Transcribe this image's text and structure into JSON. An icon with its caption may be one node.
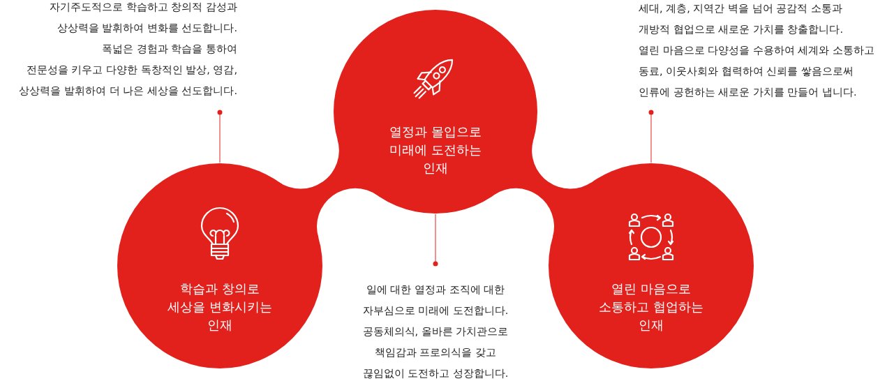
{
  "diagram": {
    "nodes": [
      {
        "text": [
          "자기주도적으로 학습하고 창의적 감성과 상상력을 발휘하여 변화를 선도합니다.",
          "폭넓은 경험과 학습을 통하여 전문성을 키우고 다양한 독창적인 발상, 영감, 상상력을 발휘하여 더 나은 세상을 선도합니다."
        ]
      },
      {
        "text": [
          "열정과 몰입으로 미래에 도전하는 인재"
        ]
      },
      {
        "text": [
          "세대, 계층, 지역간 벽을 넘어 공감적 소통과 개방적 협업으로 새로운 가치를 창출합니다.",
          "열린 마음으로 다양성을 수용하여 세계와 소통하고 동료, 이웃사회와 협력하여 신뢰를 쌓음으로써 인류에 공헌하는 새로운 가치를 만들어 냅니다."
        ]
      },
      {
        "text": [
          "학습과 창의로 세상을 변화시키는 인재"
        ]
      },
      {
        "text": [
          "일에 대한 열정과 조직에 대한 자부심으로 미래에 도전합니다.",
          "공동체의식, 올바른 가치관으로 책임감과 프로의식을 갖고 끊임없이 도전하고 성장합니다."
        ]
      },
      {
        "text": [
          "열린 마음으로 소통하고 협업하는 인재"
        ]
      }
    ],
    "edges": [
      {
        "from": 0,
        "to": 3,
        "arrow": "other"
      },
      {
        "from": 2,
        "to": 5,
        "arrow": "other"
      },
      {
        "from": 4,
        "to": 1,
        "arrow": "other"
      }
    ]
  }
}
